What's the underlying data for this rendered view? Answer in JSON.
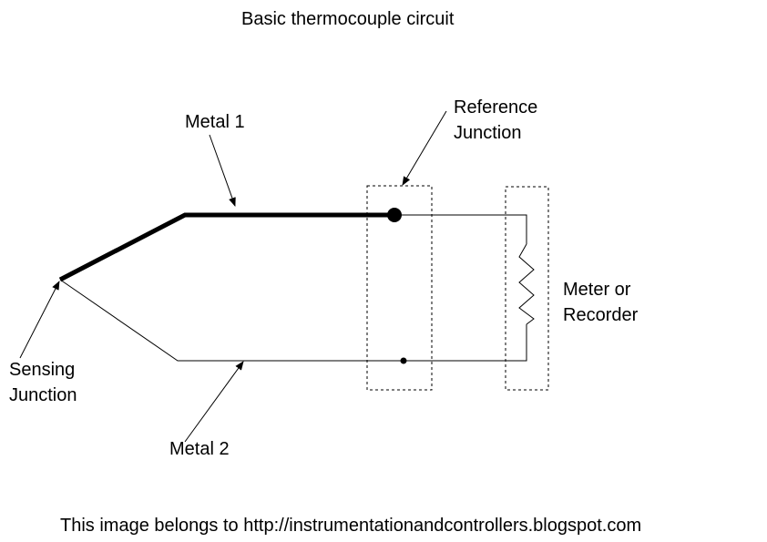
{
  "title": "Basic thermocouple circuit",
  "labels": {
    "metal1": "Metal 1",
    "metal2": "Metal 2",
    "reference_line1": "Reference",
    "reference_line2": "Junction",
    "meter_line1": "Meter or",
    "meter_line2": "Recorder",
    "sensing_line1": "Sensing",
    "sensing_line2": "Junction"
  },
  "footer": "This image belongs to http://instrumentationandcontrollers.blogspot.com",
  "colors": {
    "ink": "#000000",
    "background": "#ffffff"
  }
}
